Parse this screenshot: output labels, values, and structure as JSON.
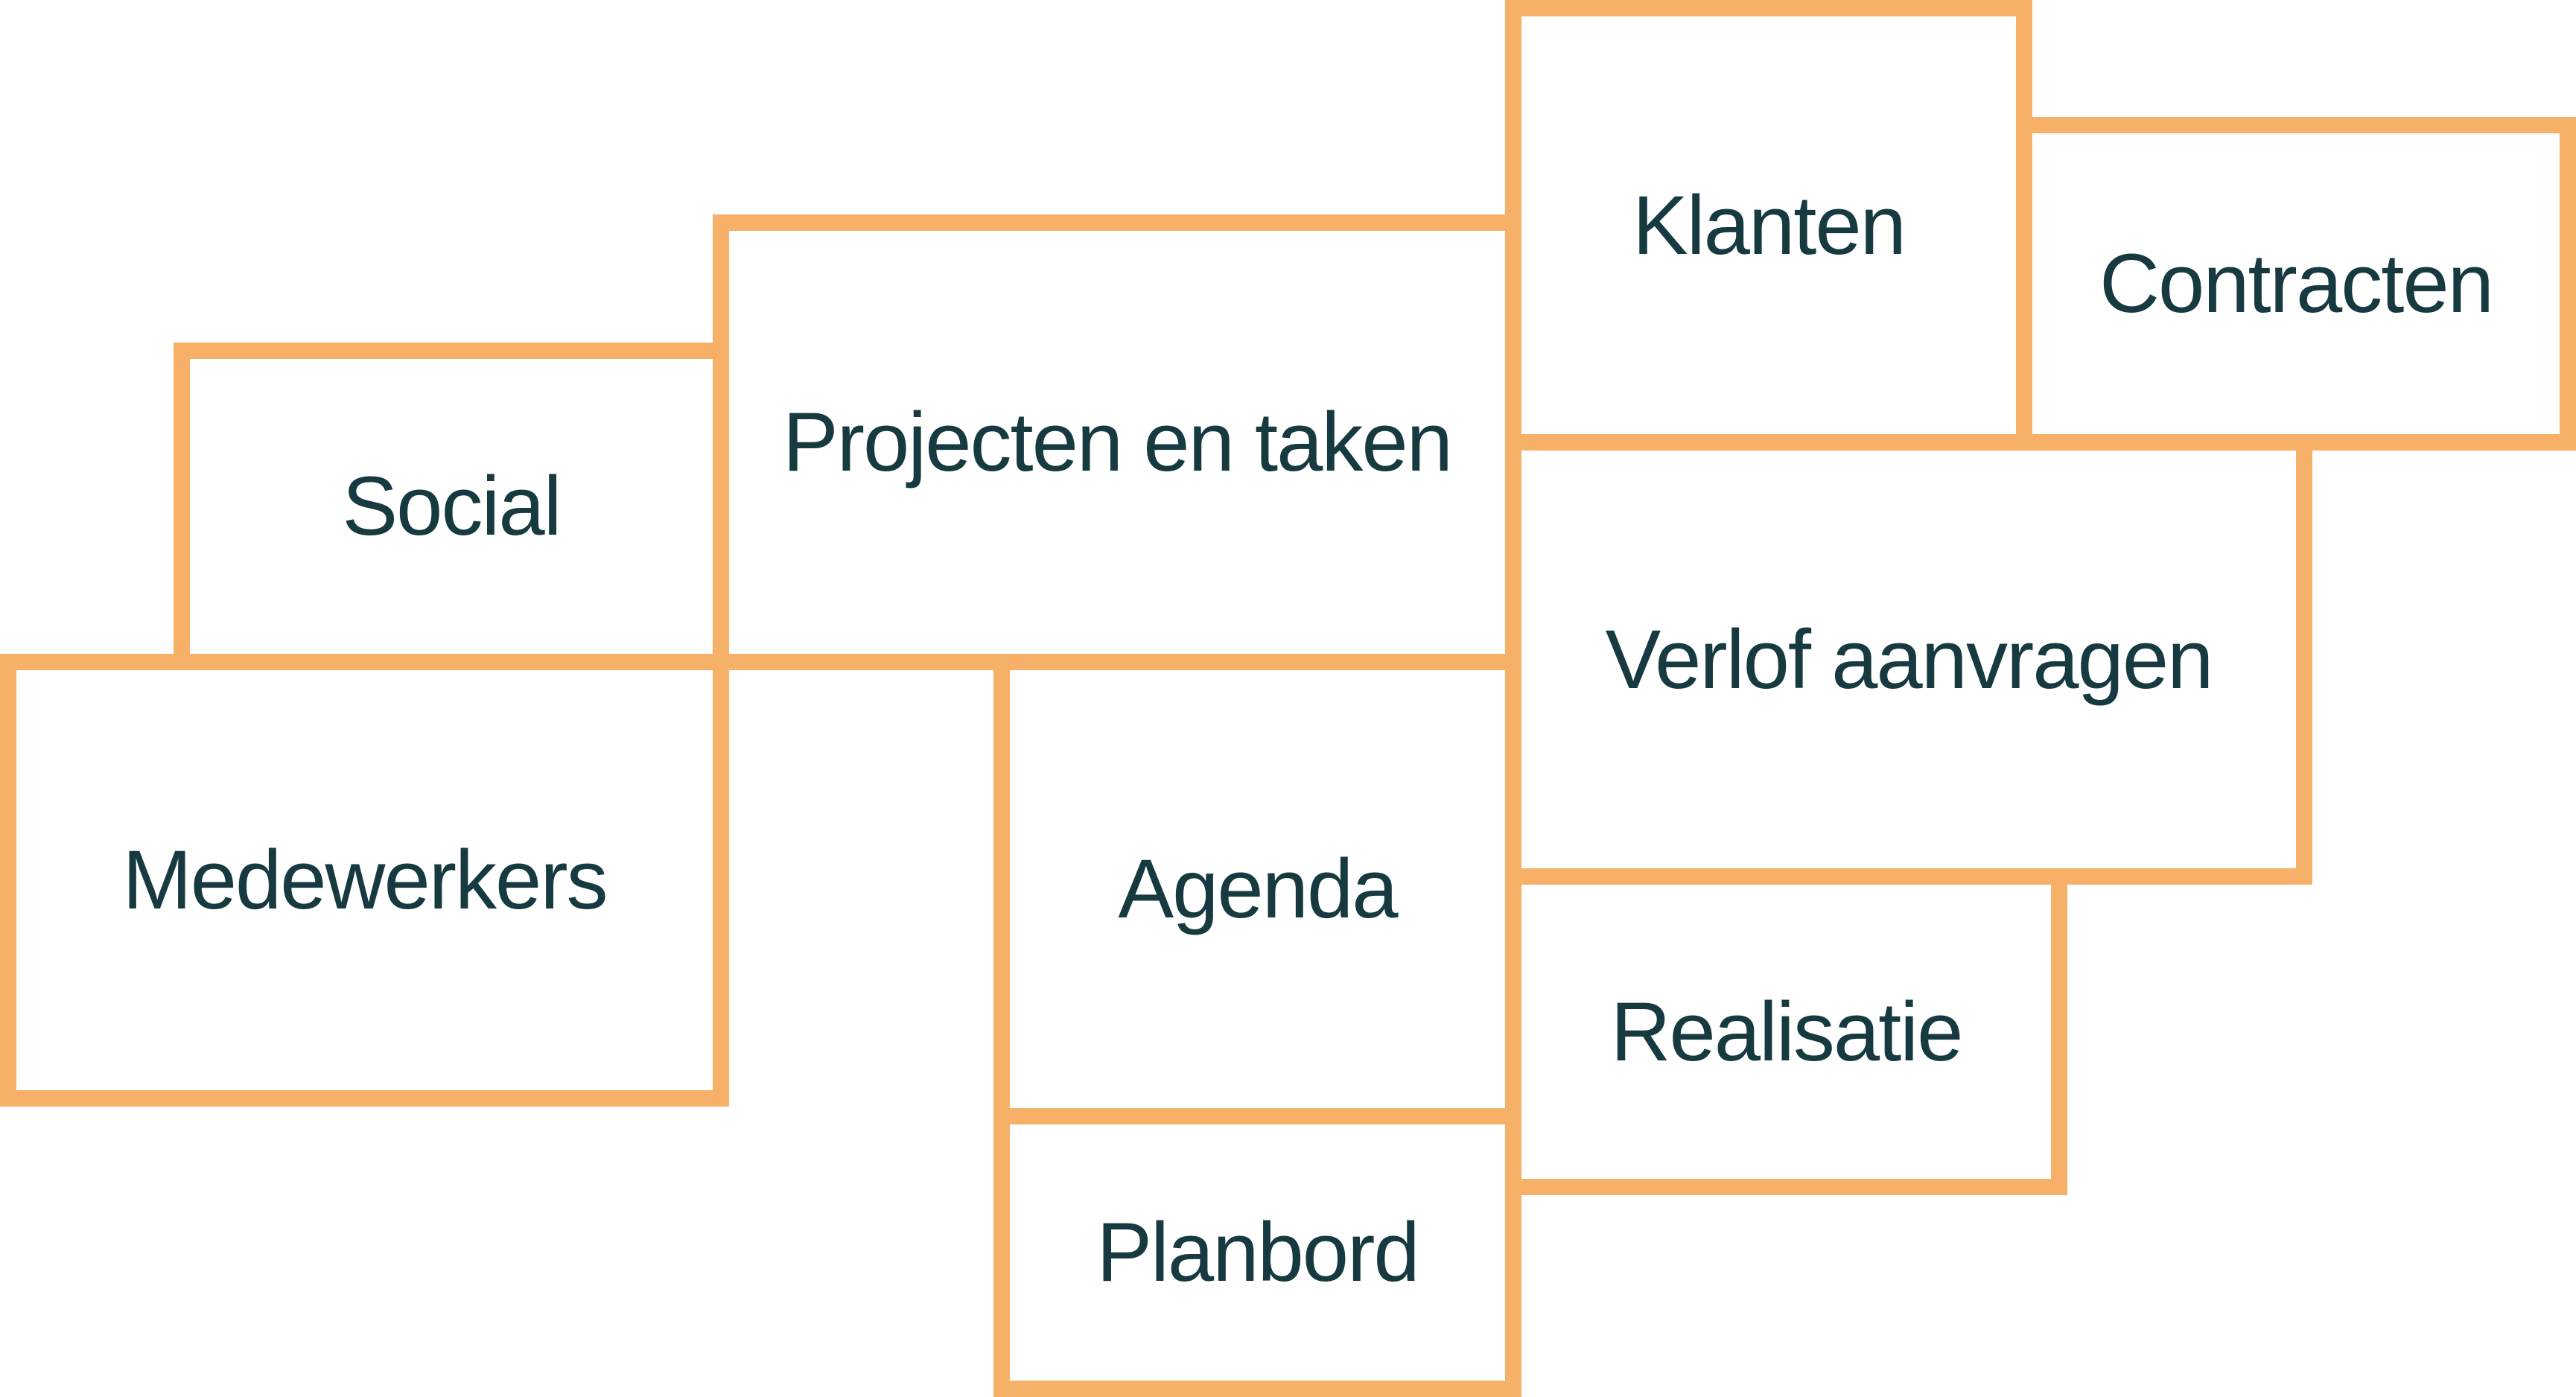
{
  "diagram": {
    "modules": {
      "klanten": {
        "label": "Klanten"
      },
      "contracten": {
        "label": "Contracten"
      },
      "projecten": {
        "label": "Projecten en taken"
      },
      "social": {
        "label": "Social"
      },
      "medewerkers": {
        "label": "Medewerkers"
      },
      "verlof": {
        "label": "Verlof aanvragen"
      },
      "agenda": {
        "label": "Agenda"
      },
      "realisatie": {
        "label": "Realisatie"
      },
      "planbord": {
        "label": "Planbord"
      }
    },
    "colors": {
      "box_border": "#f6b068",
      "box_fill": "#ffffff",
      "label_text": "#163a40",
      "background": "#ffffff"
    }
  }
}
